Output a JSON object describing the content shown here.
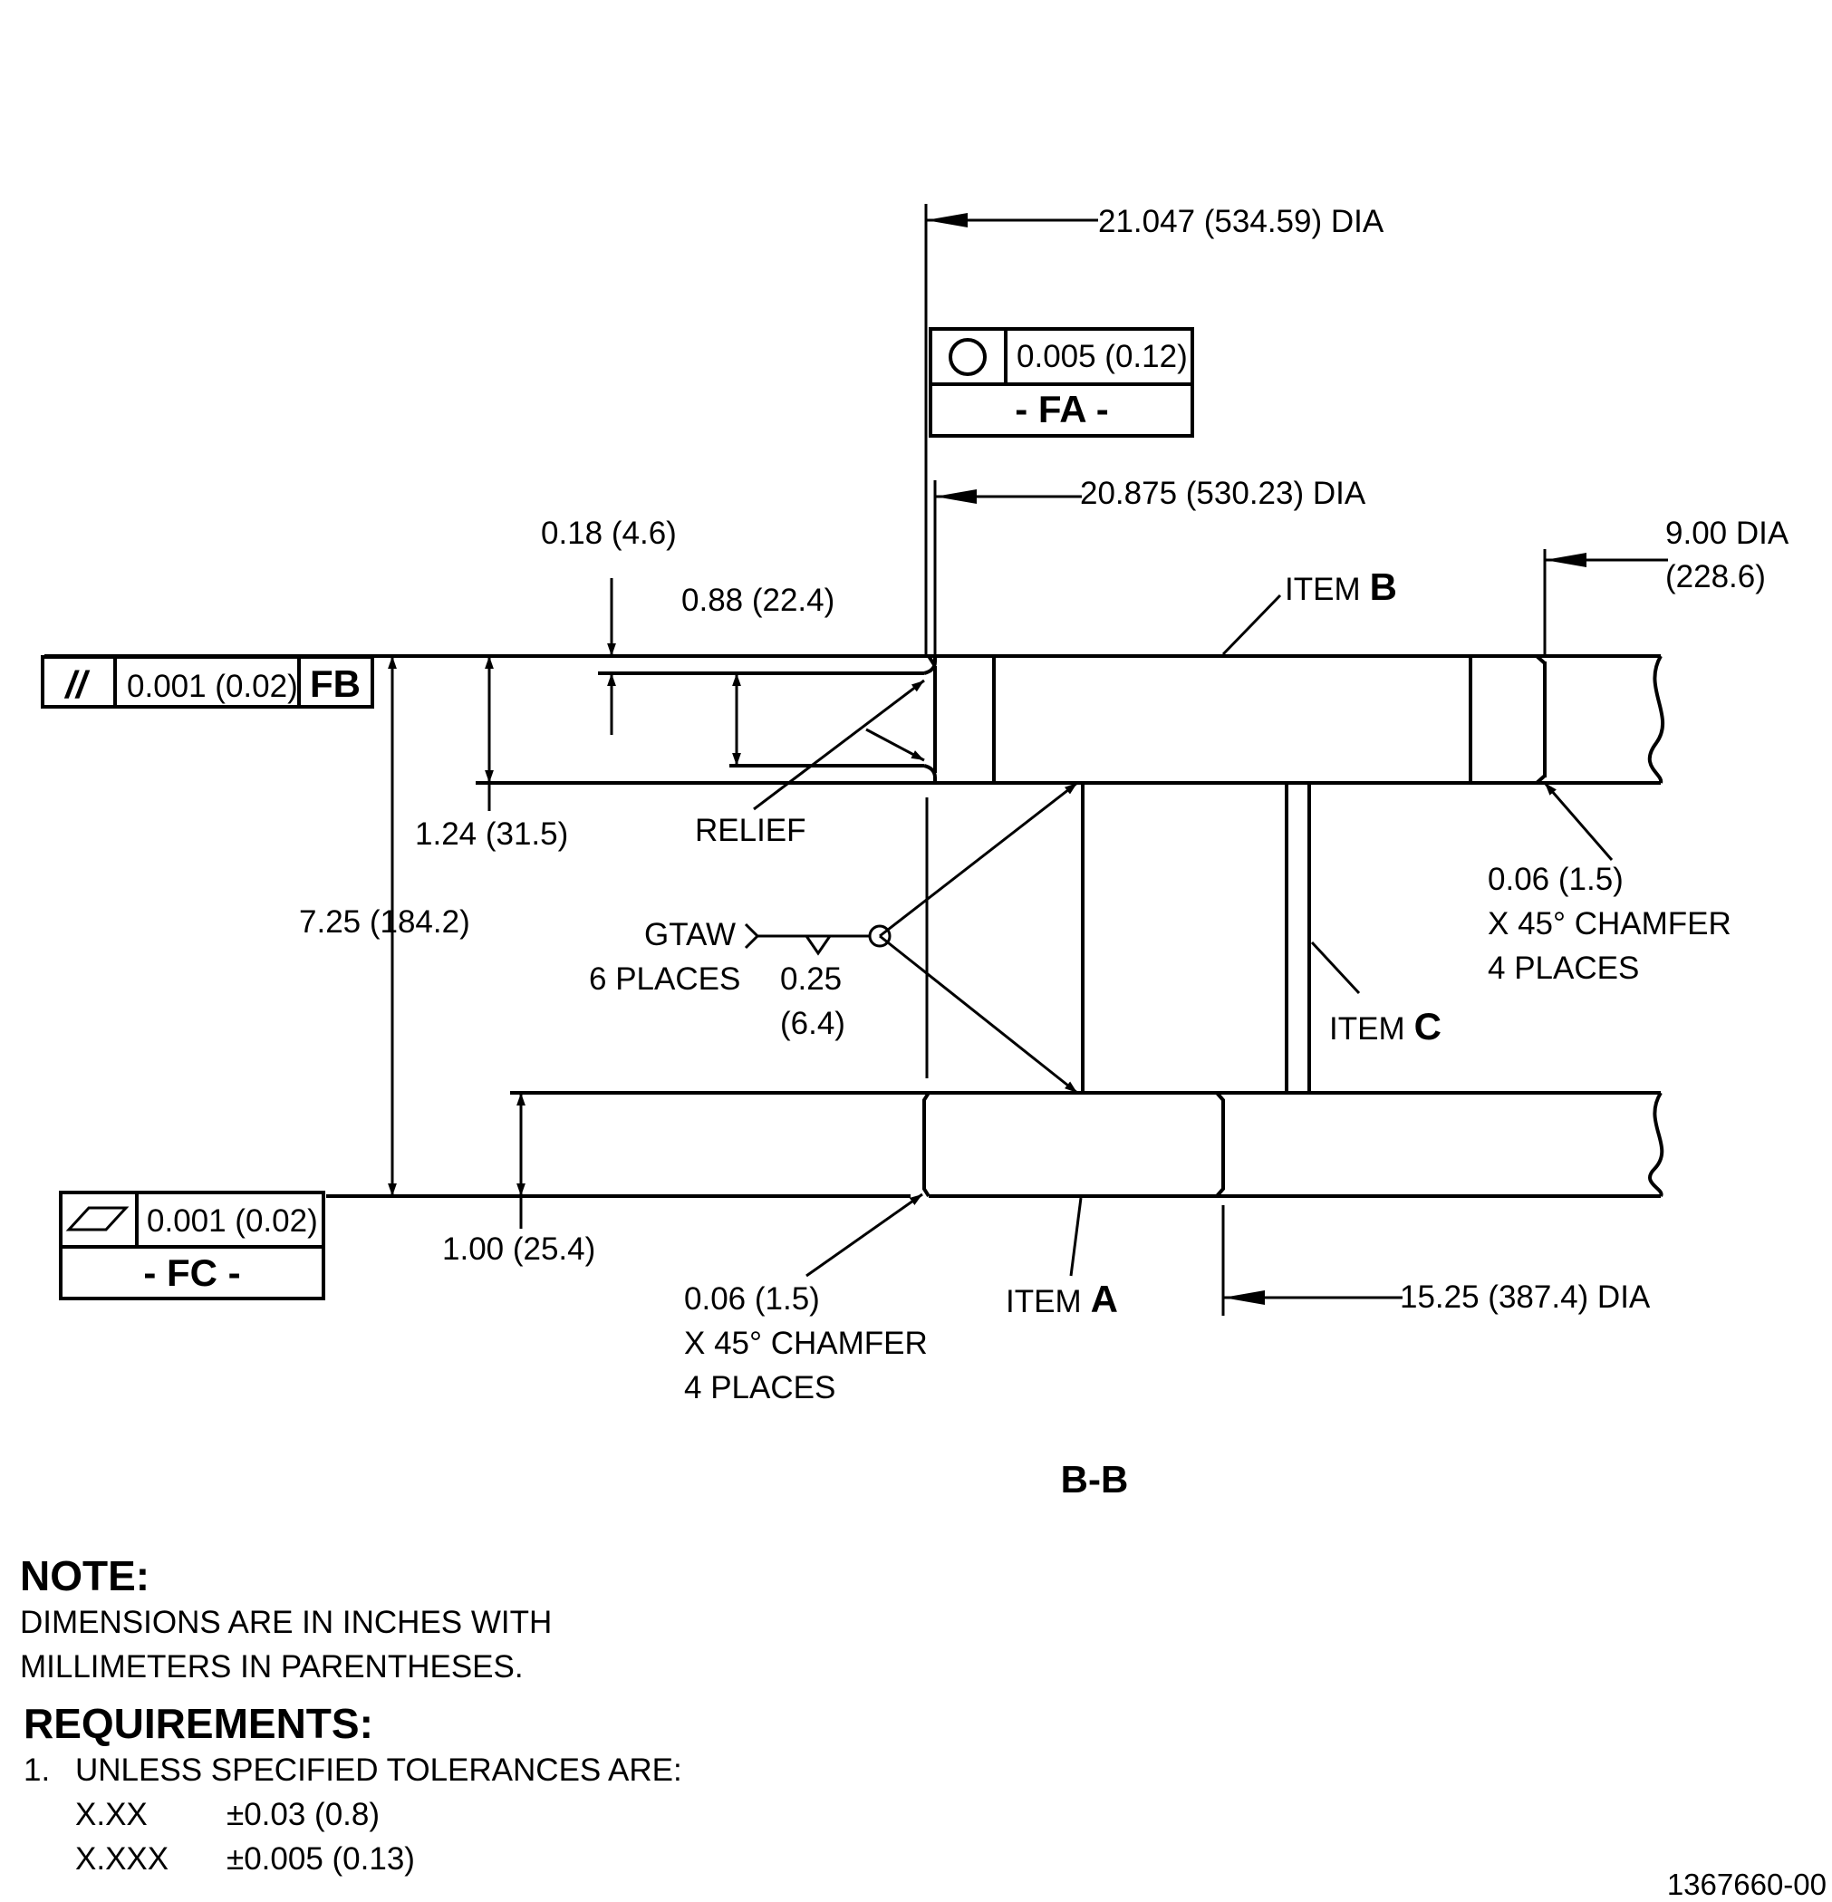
{
  "dims": {
    "dia_21047": "21.047 (534.59) DIA",
    "dia_20875": "20.875 (530.23) DIA",
    "d_018": "0.18 (4.6)",
    "d_088": "0.88 (22.4)",
    "dia_900_a": "9.00 DIA",
    "dia_900_b": "(228.6)",
    "d_124": "1.24 (31.5)",
    "d_725": "7.25 (184.2)",
    "d_100": "1.00 (25.4)",
    "dia_1525": "15.25 (387.4) DIA"
  },
  "labels": {
    "relief": "RELIEF",
    "gtaw": "GTAW",
    "gtaw_places": "6 PLACES",
    "weld_size_a": "0.25",
    "weld_size_b": "(6.4)",
    "chamfer_right": [
      "0.06 (1.5)",
      "X 45° CHAMFER",
      "4 PLACES"
    ],
    "chamfer_bottom": [
      "0.06 (1.5)",
      "X 45° CHAMFER",
      "4 PLACES"
    ],
    "item_prefix": "ITEM",
    "item_b": "B",
    "item_c": "C",
    "item_a": "A",
    "section": "B-B"
  },
  "fcf": {
    "fa_value": "0.005 (0.12)",
    "fa_datum": "- FA -",
    "fb_symbol": "//",
    "fb_value": "0.001 (0.02)",
    "fb_datum": "FB",
    "fc_value": "0.001 (0.02)",
    "fc_datum": "- FC -"
  },
  "note": {
    "heading": "NOTE:",
    "lines": [
      "DIMENSIONS ARE IN INCHES WITH",
      "MILLIMETERS IN PARENTHESES."
    ]
  },
  "requirements": {
    "heading": "REQUIREMENTS:",
    "item_num": "1.",
    "item_text": "UNLESS SPECIFIED TOLERANCES ARE:",
    "tolerances": [
      {
        "format": "X.XX",
        "value": "±0.03 (0.8)"
      },
      {
        "format": "X.XXX",
        "value": "±0.005 (0.13)"
      }
    ]
  },
  "doc_number": "1367660-00"
}
